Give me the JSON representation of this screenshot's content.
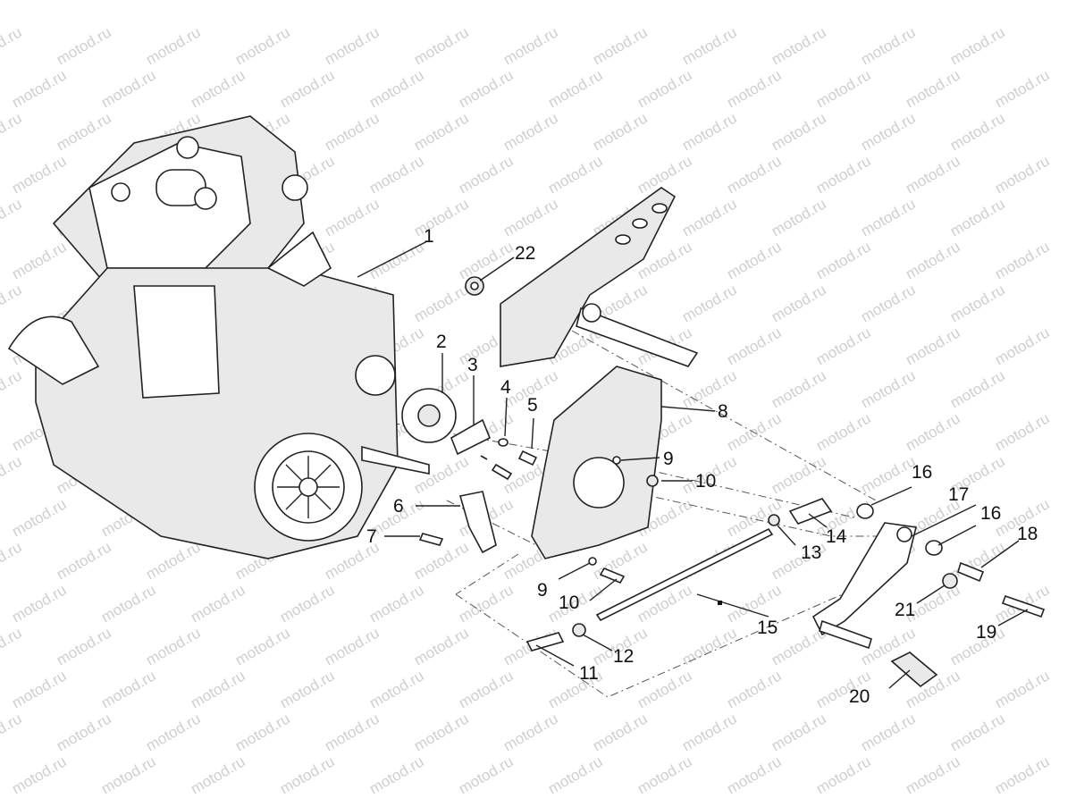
{
  "watermark": {
    "text": "motod.ru"
  },
  "callouts": [
    {
      "id": "1",
      "label": "1"
    },
    {
      "id": "2",
      "label": "2"
    },
    {
      "id": "3",
      "label": "3"
    },
    {
      "id": "4",
      "label": "4"
    },
    {
      "id": "5",
      "label": "5"
    },
    {
      "id": "6",
      "label": "6"
    },
    {
      "id": "7",
      "label": "7"
    },
    {
      "id": "8",
      "label": "8"
    },
    {
      "id": "9a",
      "label": "9"
    },
    {
      "id": "9b",
      "label": "9"
    },
    {
      "id": "10a",
      "label": "10"
    },
    {
      "id": "10b",
      "label": "10"
    },
    {
      "id": "11",
      "label": "11"
    },
    {
      "id": "12",
      "label": "12"
    },
    {
      "id": "13",
      "label": "13"
    },
    {
      "id": "14",
      "label": "14"
    },
    {
      "id": "15",
      "label": "15"
    },
    {
      "id": "16a",
      "label": "16"
    },
    {
      "id": "16b",
      "label": "16"
    },
    {
      "id": "17",
      "label": "17"
    },
    {
      "id": "18",
      "label": "18"
    },
    {
      "id": "19",
      "label": "19"
    },
    {
      "id": "20",
      "label": "20"
    },
    {
      "id": "21",
      "label": "21"
    },
    {
      "id": "22",
      "label": "22"
    }
  ]
}
